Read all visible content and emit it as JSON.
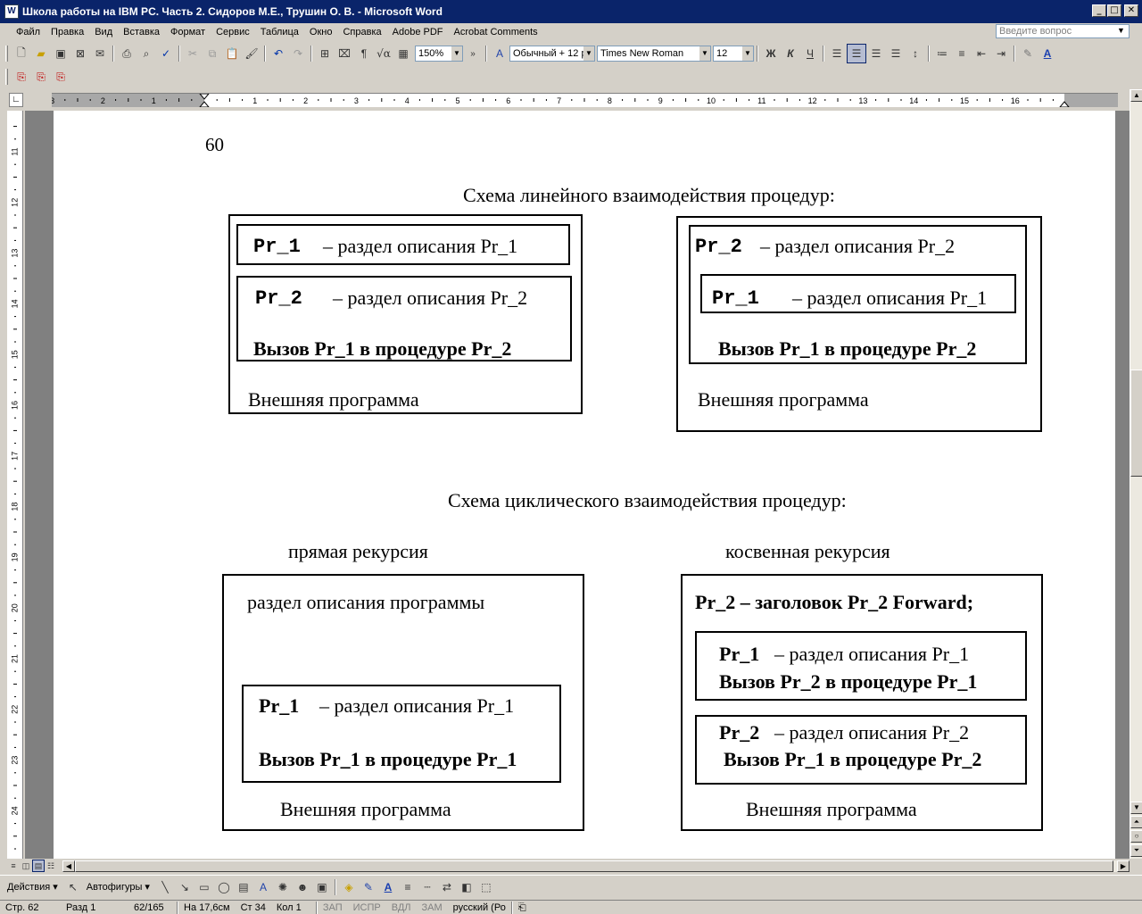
{
  "window": {
    "title": "Школа работы на IBM PC. Часть 2. Сидоров М.Е., Трушин О. В. - Microsoft Word",
    "app_icon": "W"
  },
  "menu": {
    "items": [
      "Файл",
      "Правка",
      "Вид",
      "Вставка",
      "Формат",
      "Сервис",
      "Таблица",
      "Окно",
      "Справка",
      "Adobe PDF",
      "Acrobat Comments"
    ],
    "ask_placeholder": "Введите вопрос"
  },
  "toolbar": {
    "zoom": "150%",
    "style": "Обычный + 12 р",
    "font": "Times New Roman",
    "size": "12",
    "bold_label": "Ж",
    "italic_label": "К",
    "underline_label": "Ч"
  },
  "ruler": {
    "left_numbers": [
      "3",
      "2",
      "1"
    ],
    "right_numbers": [
      "1",
      "2",
      "3",
      "4",
      "5",
      "6",
      "7",
      "8",
      "9",
      "10",
      "11",
      "12",
      "13",
      "14",
      "15",
      "16"
    ],
    "vertical_numbers": [
      "11",
      "12",
      "13",
      "14",
      "15",
      "16",
      "17",
      "18",
      "19",
      "20",
      "21",
      "22",
      "23",
      "24"
    ]
  },
  "document": {
    "page_number": "60",
    "linear_title": "Схема линейного взаимодействия процедур:",
    "cyclic_title": "Схема циклического взаимодействия процедур:",
    "diagram1": {
      "inner1_code": "Pr_1",
      "inner1_text": "– раздел описания Pr_1",
      "inner2_code": "Pr_2",
      "inner2_text": "– раздел описания Pr_2",
      "inner2_call": "Вызов Pr_1 в процедуре Pr_2",
      "outer_label": "Внешняя программа"
    },
    "diagram2": {
      "header_code": "Pr_2",
      "header_text": "– раздел описания Pr_2",
      "inner_code": "Pr_1",
      "inner_text": "– раздел описания Pr_1",
      "call": "Вызов Pr_1 в процедуре Pr_2",
      "outer_label": "Внешняя программа"
    },
    "direct_label": "прямая рекурсия",
    "indirect_label": "косвенная рекурсия",
    "diagram3": {
      "header": "раздел описания программы",
      "inner_code": "Pr_1",
      "inner_text": "– раздел описания Pr_1",
      "call": "Вызов Pr_1 в процедуре Pr_1",
      "outer_label": "Внешняя программа"
    },
    "diagram4": {
      "header": "Pr_2 – заголовок Pr_2  Forward;",
      "box1_code": "Pr_1",
      "box1_text": "– раздел описания Pr_1",
      "box1_call": "Вызов Pr_2 в процедуре Pr_1",
      "box2_code": "Pr_2",
      "box2_text": "– раздел описания Pr_2",
      "box2_call": "Вызов Pr_1 в процедуре Pr_2",
      "outer_label": "Внешняя программа"
    }
  },
  "drawbar": {
    "actions": "Действия",
    "autoshapes": "Автофигуры"
  },
  "status": {
    "page": "Стр. 62",
    "section": "Разд 1",
    "pages": "62/165",
    "at": "На 17,6см",
    "line": "Ст 34",
    "col": "Кол 1",
    "rec": "ЗАП",
    "trk": "ИСПР",
    "ext": "ВДЛ",
    "ovr": "ЗАМ",
    "lang": "русский (Ро"
  }
}
